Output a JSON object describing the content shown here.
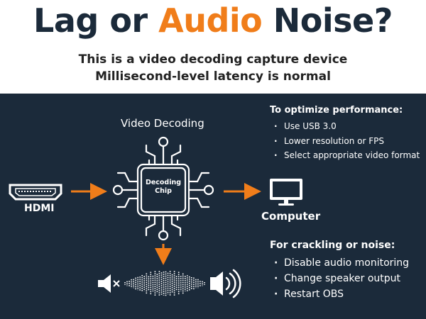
{
  "header": {
    "title_part1": "Lag or ",
    "title_accent": "Audio",
    "title_part2": " Noise?",
    "subtitle_line1": "This is a video decoding capture device",
    "subtitle_line2": "Millisecond-level latency is normal"
  },
  "diagram": {
    "video_decoding_label": "Video Decoding",
    "chip_label_line1": "Decoding",
    "chip_label_line2": "Chip",
    "hdmi_label": "HDMI",
    "computer_label": "Computer",
    "input_icon": "hdmi-port-icon",
    "chip_icon": "chip-icon",
    "output_icon": "monitor-icon",
    "mute_icon": "speaker-muted-icon",
    "volume_icon": "speaker-volume-icon",
    "waveform_icon": "audio-waveform-icon"
  },
  "performance": {
    "heading": "To optimize performance:",
    "items": [
      "Use USB 3.0",
      "Lower resolution or FPS",
      "Select appropriate video format"
    ]
  },
  "noise": {
    "heading": "For crackling or noise:",
    "items": [
      "Disable audio monitoring",
      "Change speaker output",
      "Restart OBS"
    ]
  },
  "colors": {
    "panel": "#1b2a3a",
    "accent": "#f07d1a",
    "title": "#1b2a3a",
    "text_light": "#ffffff"
  }
}
